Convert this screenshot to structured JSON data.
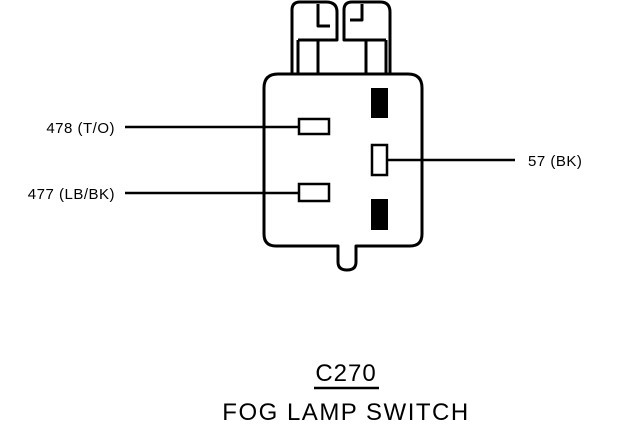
{
  "diagram": {
    "connector_id": "C270",
    "component_name": "FOG LAMP SWITCH",
    "wires": {
      "left_top": "478 (T/O)",
      "left_bottom": "477 (LB/BK)",
      "right": "57 (BK)"
    }
  },
  "colors": {
    "line": "#000000",
    "background": "#ffffff"
  }
}
